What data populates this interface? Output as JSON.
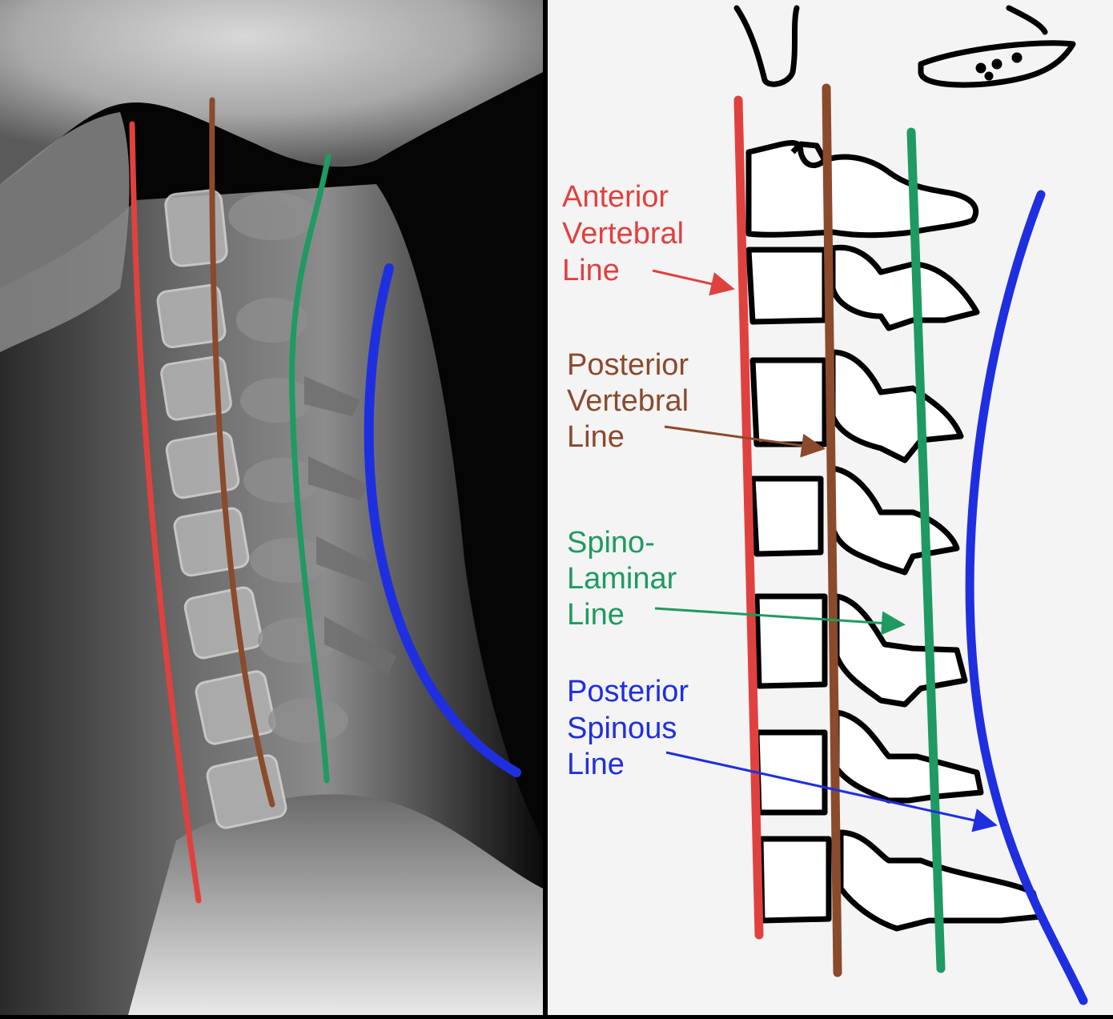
{
  "figure": {
    "labels": {
      "anterior": [
        "Anterior",
        "Vertebral",
        "Line"
      ],
      "posterior": [
        "Posterior",
        "Vertebral",
        "Line"
      ],
      "spinolaminar": [
        "Spino-",
        "Laminar",
        "Line"
      ],
      "spinous": [
        "Posterior",
        "Spinous",
        "Line"
      ]
    },
    "colors": {
      "anterior": "#e0413f",
      "posterior": "#8b4a2b",
      "spinolaminar": "#1f9a62",
      "spinous": "#1f2fe0",
      "drawing_bg": "#f4f4f4",
      "bone_outline": "#000000"
    }
  }
}
